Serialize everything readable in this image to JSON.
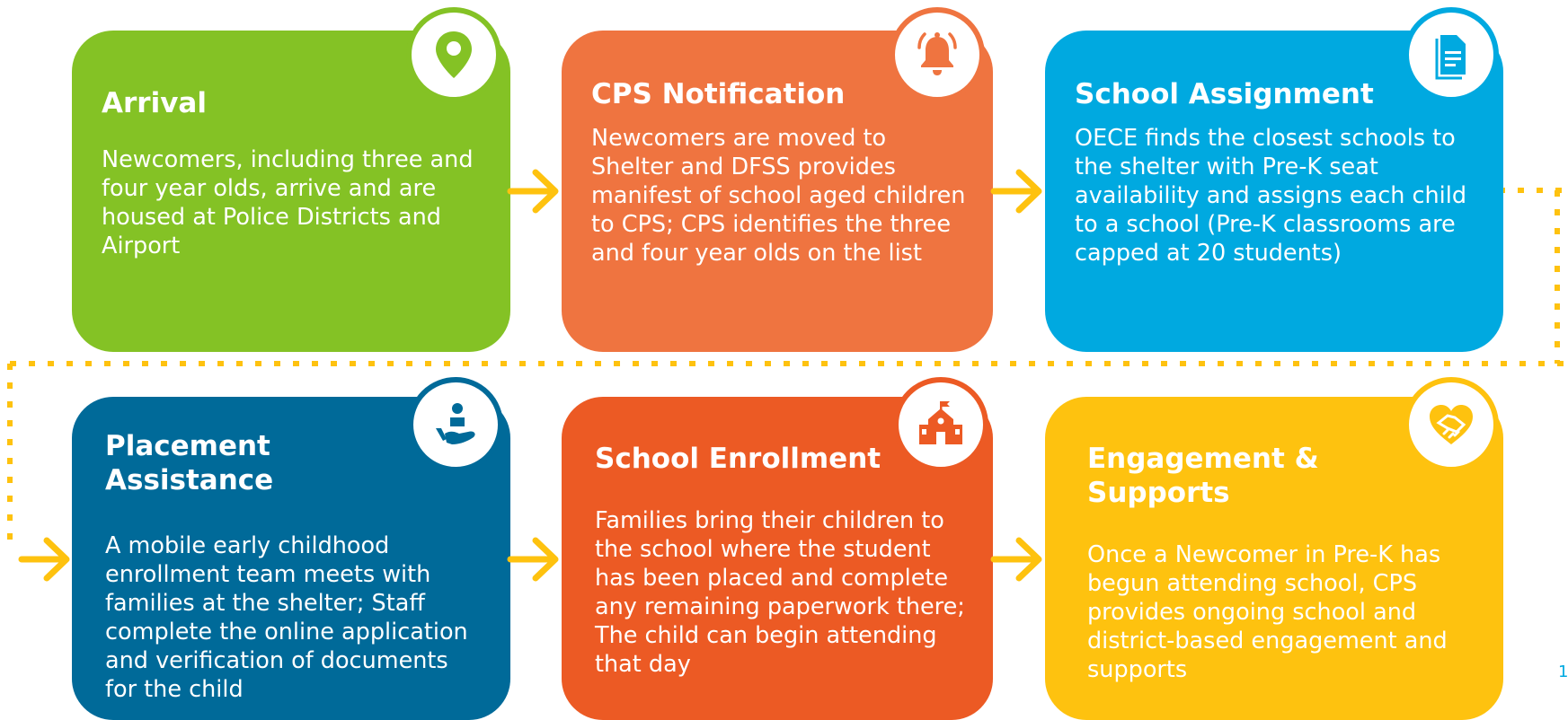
{
  "colors": {
    "green": "#84c225",
    "orange": "#ef7440",
    "blue": "#00a9e0",
    "navy": "#006a99",
    "red_orange": "#ec5a24",
    "yellow": "#fec20f",
    "connector": "#fec20f"
  },
  "steps": [
    {
      "title": "Arrival",
      "body": "Newcomers, including three and four year olds, arrive and are housed at Police Districts and Airport",
      "icon": "map-pin-icon"
    },
    {
      "title": "CPS Notification",
      "body": "Newcomers are moved to Shelter and DFSS provides manifest of school aged children to CPS; CPS identifies the three and four year olds on the list",
      "icon": "bell-icon"
    },
    {
      "title": "School Assignment",
      "body": "OECE finds the closest schools to the shelter with Pre-K seat availability and assigns each child to a school (Pre-K classrooms are capped at 20 students)",
      "icon": "document-icon"
    },
    {
      "title": "Placement Assistance",
      "body": "A mobile early childhood enrollment team meets with families at the shelter; Staff complete the online application and verification of documents for the child",
      "icon": "hand-person-icon"
    },
    {
      "title": "School Enrollment",
      "body": "Families bring their children to the school where the student has been placed and complete any remaining paperwork there; The child can begin attending that day",
      "icon": "schoolhouse-icon"
    },
    {
      "title": "Engagement & Supports",
      "body": "Once a Newcomer in Pre-K has begun attending school, CPS provides ongoing school and district-based engagement and supports",
      "icon": "handshake-heart-icon"
    }
  ],
  "page_number": "1"
}
